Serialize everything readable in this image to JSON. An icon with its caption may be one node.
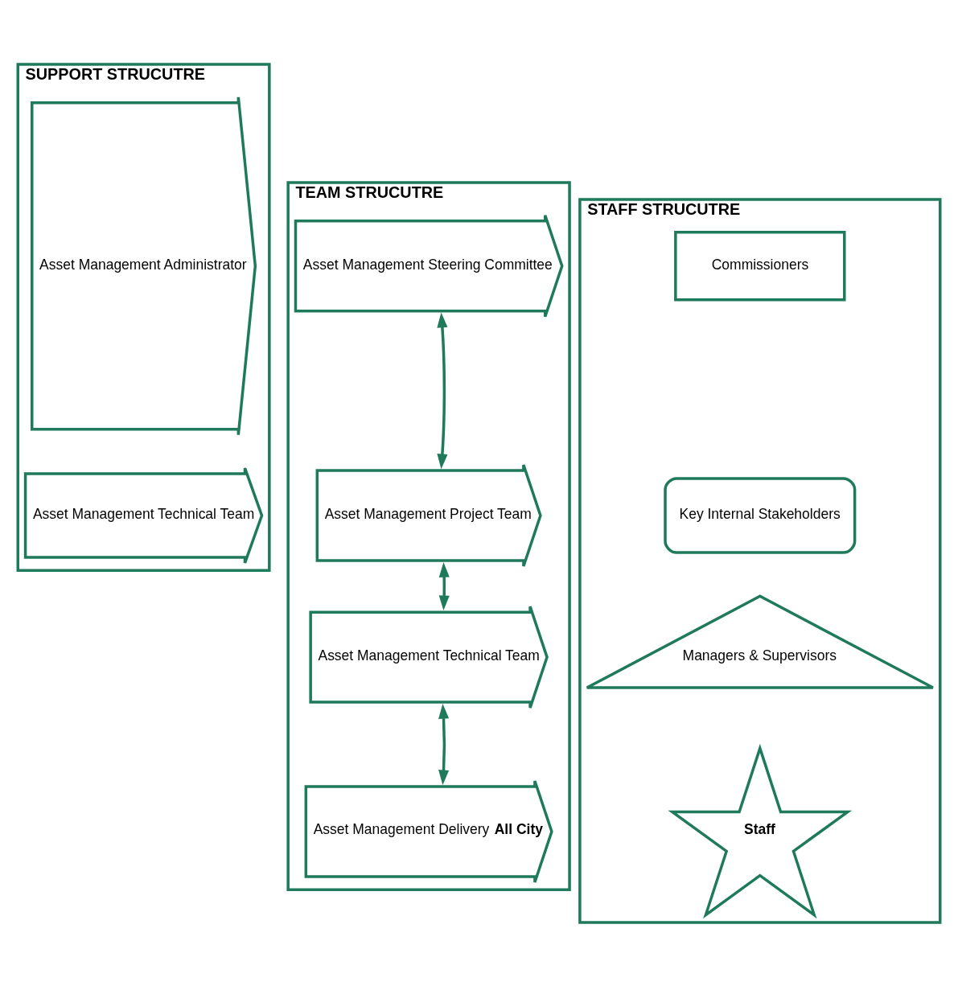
{
  "diagram": {
    "nodes": [
      {
        "text": [
          "SUPPORT STRUCUTRE"
        ]
      },
      {
        "text": [
          "Asset Management Administrator"
        ],
        "in": 0
      },
      {
        "text": [
          "Asset Management Technical Team"
        ],
        "in": 0
      },
      {
        "text": [
          "TEAM STRUCUTRE"
        ]
      },
      {
        "text": [
          "Asset Management Steering Committee"
        ],
        "in": 3
      },
      {
        "text": [
          "Asset Management Project Team"
        ],
        "in": 3
      },
      {
        "text": [
          "Asset Management Technical Team"
        ],
        "in": 3
      },
      {
        "text": [
          "Asset Management Delivery **All City**"
        ],
        "in": 3
      },
      {
        "text": [
          "STAFF STRUCUTRE"
        ]
      },
      {
        "text": [
          "Commissioners"
        ],
        "in": 8
      },
      {
        "text": [
          "Key Internal Stakeholders"
        ],
        "in": 8
      },
      {
        "text": [
          "Managers & Supervisors"
        ],
        "in": 8
      },
      {
        "text": [
          "Staff"
        ],
        "in": 8
      }
    ],
    "edges": [
      {
        "from": 4,
        "to": 5,
        "arrow": "both"
      },
      {
        "from": 5,
        "to": 6,
        "arrow": "both"
      },
      {
        "from": 6,
        "to": 7,
        "arrow": "both"
      }
    ]
  }
}
